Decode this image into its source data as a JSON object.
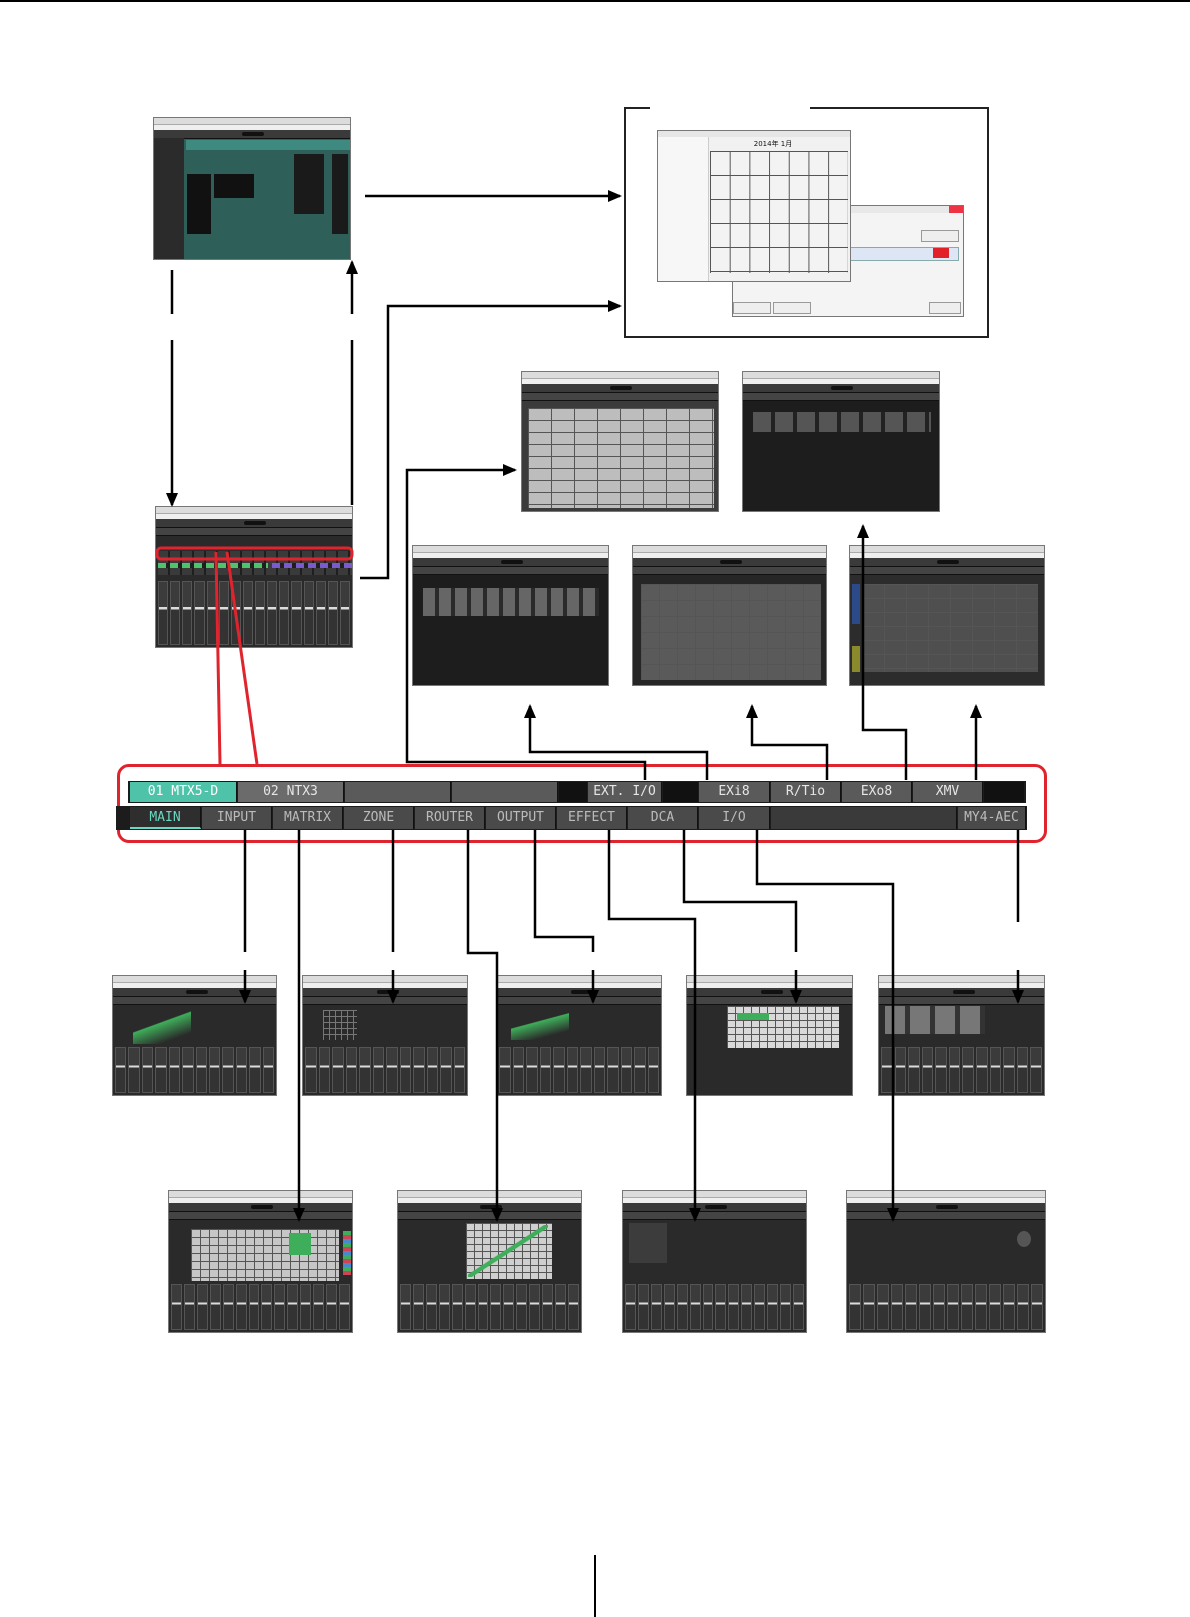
{
  "device_tabs": [
    "01 MTX5-D",
    "02 NTX3",
    "",
    "",
    "",
    "EXT. I/O",
    "",
    "EXi8",
    "R/Tio",
    "EXo8",
    "XMV",
    ""
  ],
  "screen_tabs": [
    "MAIN",
    "INPUT",
    "MATRIX",
    "ZONE",
    "ROUTER",
    "OUTPUT",
    "EFFECT",
    "DCA",
    "I/O",
    "",
    "MY4-AEC"
  ],
  "colors": {
    "accent": "#4fc3a9",
    "highlight": "#e0242e"
  },
  "scheduler": {
    "title": "2014年 1月"
  }
}
